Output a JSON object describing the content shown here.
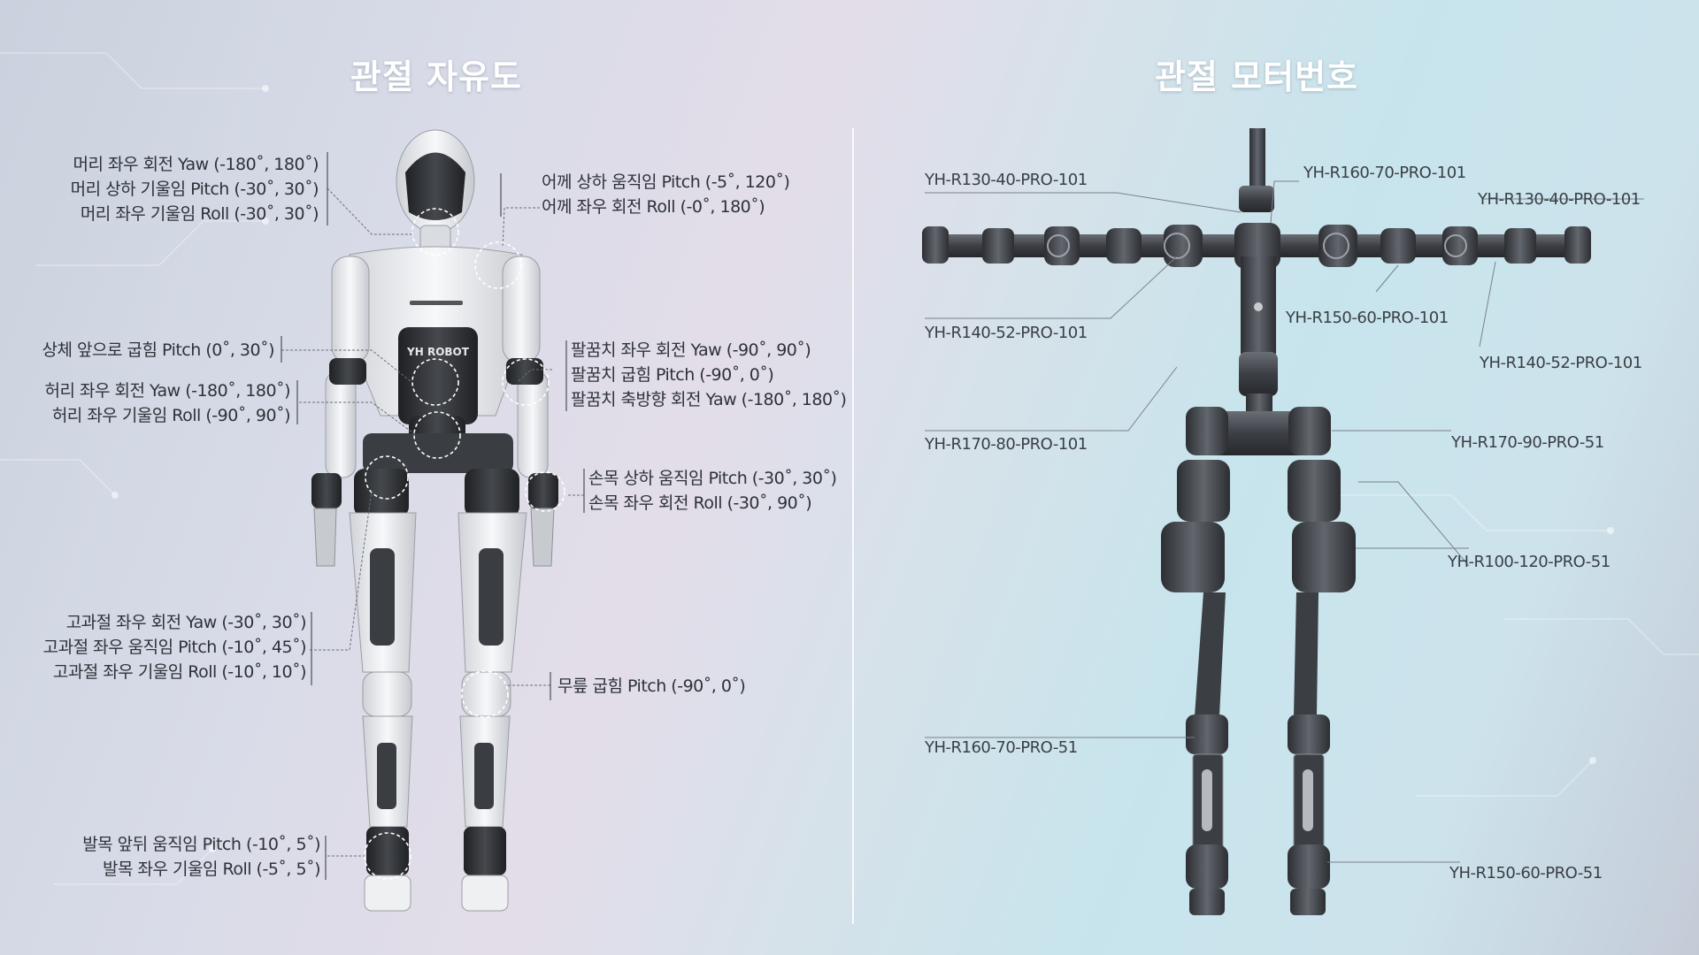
{
  "titles": {
    "left": "관절 자유도",
    "right": "관절 모터번호"
  },
  "robot_chest_text": "YH ROBOT",
  "dof_labels": {
    "head": [
      "머리 좌우 회전 Yaw (-180˚, 180˚)",
      "머리 상하 기울임 Pitch (-30˚, 30˚)",
      "머리 좌우 기울임 Roll (-30˚, 30˚)"
    ],
    "shoulder": [
      "어께 상하 움직임 Pitch (-5˚, 120˚)",
      "어께  좌우 회전 Roll (-0˚, 180˚)"
    ],
    "torso": [
      "상체 앞으로 굽힘 Pitch (0˚, 30˚)"
    ],
    "elbow": [
      "팔꿈치 좌우 회전 Yaw (-90˚, 90˚)",
      "팔꿈치 굽힘 Pitch (-90˚, 0˚)",
      "팔꿈치 축방향 회전 Yaw (-180˚, 180˚)"
    ],
    "waist": [
      "허리 좌우 회전 Yaw (-180˚, 180˚)",
      "허리 좌우 기울임 Roll (-90˚, 90˚)"
    ],
    "wrist": [
      "손목 상하 움직임 Pitch (-30˚, 30˚)",
      "손목  좌우 회전 Roll (-30˚, 90˚)"
    ],
    "hip": [
      "고과절 좌우 회전 Yaw (-30˚, 30˚)",
      "고과절 좌우 움직임 Pitch (-10˚, 45˚)",
      "고과절 좌우 기울임 Roll (-10˚, 10˚)"
    ],
    "knee": [
      "무릎 굽힘 Pitch (-90˚, 0˚)"
    ],
    "ankle": [
      "발목 앞뒤 움직임 Pitch (-10˚, 5˚)",
      "발목 좌우 기울임 Roll (-5˚, 5˚)"
    ]
  },
  "motor_codes": {
    "neck": "YH-R130-40-PRO-101",
    "upper_arm_left": "YH-R160-70-PRO-101",
    "wrist_right": "YH-R130-40-PRO-101",
    "shoulder_left": "YH-R140-52-PRO-101",
    "elbow_right": "YH-R150-60-PRO-101",
    "forearm_right": "YH-R140-52-PRO-101",
    "waist": "YH-R170-80-PRO-101",
    "hip_right": "YH-R170-90-PRO-51",
    "thigh_right": "YH-R100-120-PRO-51",
    "knee_left": "YH-R160-70-PRO-51",
    "ankle_right": "YH-R150-60-PRO-51"
  },
  "colors": {
    "title": "#ffffff",
    "robot_body": "#f2f3f5",
    "robot_dark": "#2a2c30",
    "skeleton": "#4b4e54"
  }
}
